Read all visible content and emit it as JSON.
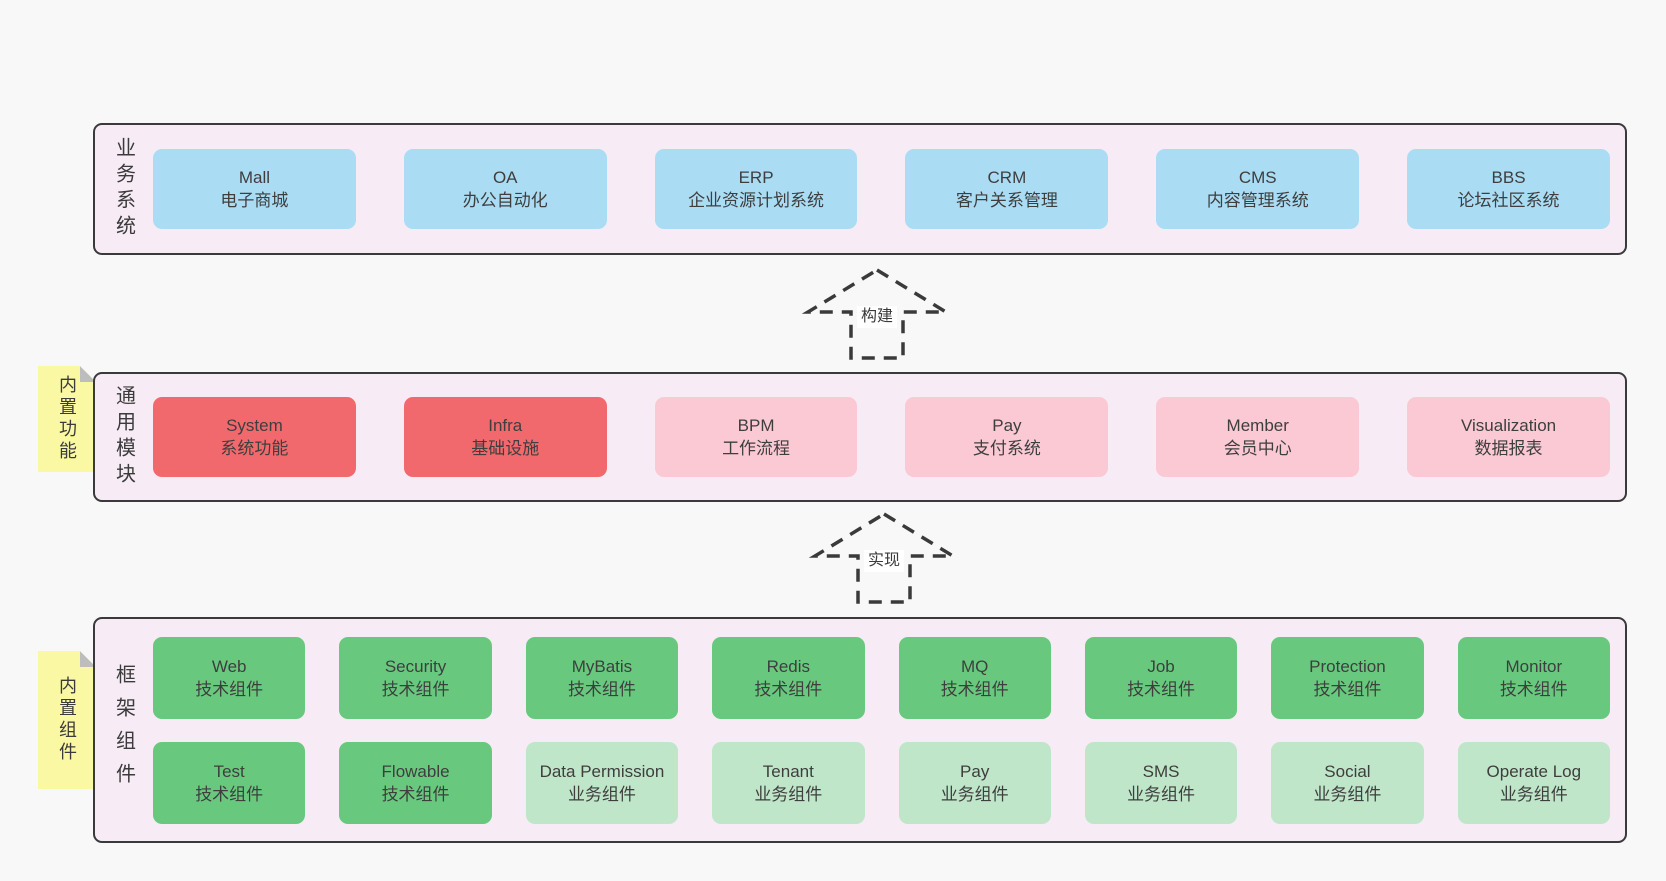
{
  "colors": {
    "pageBg": "#f8f8f8",
    "bandBg": "#f7ecf6",
    "bandBorder": "#3a3a3a",
    "blue": "#aadcf4",
    "red": "#f2696d",
    "pink": "#fac9d4",
    "greenDark": "#68c97e",
    "greenLight": "#bfe6c9",
    "noteBg": "#fbf8a3",
    "noteFold": "#bdbdbd",
    "text": "#3e3e3e"
  },
  "arrows": [
    {
      "label": "构建"
    },
    {
      "label": "实现"
    }
  ],
  "bands": [
    {
      "label": "业务系统",
      "boxes": [
        {
          "title": "Mall",
          "subtitle": "电子商城",
          "variant": "blue"
        },
        {
          "title": "OA",
          "subtitle": "办公自动化",
          "variant": "blue"
        },
        {
          "title": "ERP",
          "subtitle": "企业资源计划系统",
          "variant": "blue"
        },
        {
          "title": "CRM",
          "subtitle": "客户关系管理",
          "variant": "blue"
        },
        {
          "title": "CMS",
          "subtitle": "内容管理系统",
          "variant": "blue"
        },
        {
          "title": "BBS",
          "subtitle": "论坛社区系统",
          "variant": "blue"
        }
      ]
    },
    {
      "label": "通用模块",
      "note": "内置功能",
      "boxes": [
        {
          "title": "System",
          "subtitle": "系统功能",
          "variant": "red"
        },
        {
          "title": "Infra",
          "subtitle": "基础设施",
          "variant": "red"
        },
        {
          "title": "BPM",
          "subtitle": "工作流程",
          "variant": "pink"
        },
        {
          "title": "Pay",
          "subtitle": "支付系统",
          "variant": "pink"
        },
        {
          "title": "Member",
          "subtitle": "会员中心",
          "variant": "pink"
        },
        {
          "title": "Visualization",
          "subtitle": "数据报表",
          "variant": "pink"
        }
      ]
    },
    {
      "label": "框架组件",
      "note": "内置组件",
      "rows": [
        [
          {
            "title": "Web",
            "subtitle": "技术组件",
            "variant": "green"
          },
          {
            "title": "Security",
            "subtitle": "技术组件",
            "variant": "green"
          },
          {
            "title": "MyBatis",
            "subtitle": "技术组件",
            "variant": "green"
          },
          {
            "title": "Redis",
            "subtitle": "技术组件",
            "variant": "green"
          },
          {
            "title": "MQ",
            "subtitle": "技术组件",
            "variant": "green"
          },
          {
            "title": "Job",
            "subtitle": "技术组件",
            "variant": "green"
          },
          {
            "title": "Protection",
            "subtitle": "技术组件",
            "variant": "green"
          },
          {
            "title": "Monitor",
            "subtitle": "技术组件",
            "variant": "green"
          }
        ],
        [
          {
            "title": "Test",
            "subtitle": "技术组件",
            "variant": "green"
          },
          {
            "title": "Flowable",
            "subtitle": "技术组件",
            "variant": "green"
          },
          {
            "title": "Data Permission",
            "subtitle": "业务组件",
            "variant": "green-light"
          },
          {
            "title": "Tenant",
            "subtitle": "业务组件",
            "variant": "green-light"
          },
          {
            "title": "Pay",
            "subtitle": "业务组件",
            "variant": "green-light"
          },
          {
            "title": "SMS",
            "subtitle": "业务组件",
            "variant": "green-light"
          },
          {
            "title": "Social",
            "subtitle": "业务组件",
            "variant": "green-light"
          },
          {
            "title": "Operate Log",
            "subtitle": "业务组件",
            "variant": "green-light"
          }
        ]
      ]
    }
  ]
}
